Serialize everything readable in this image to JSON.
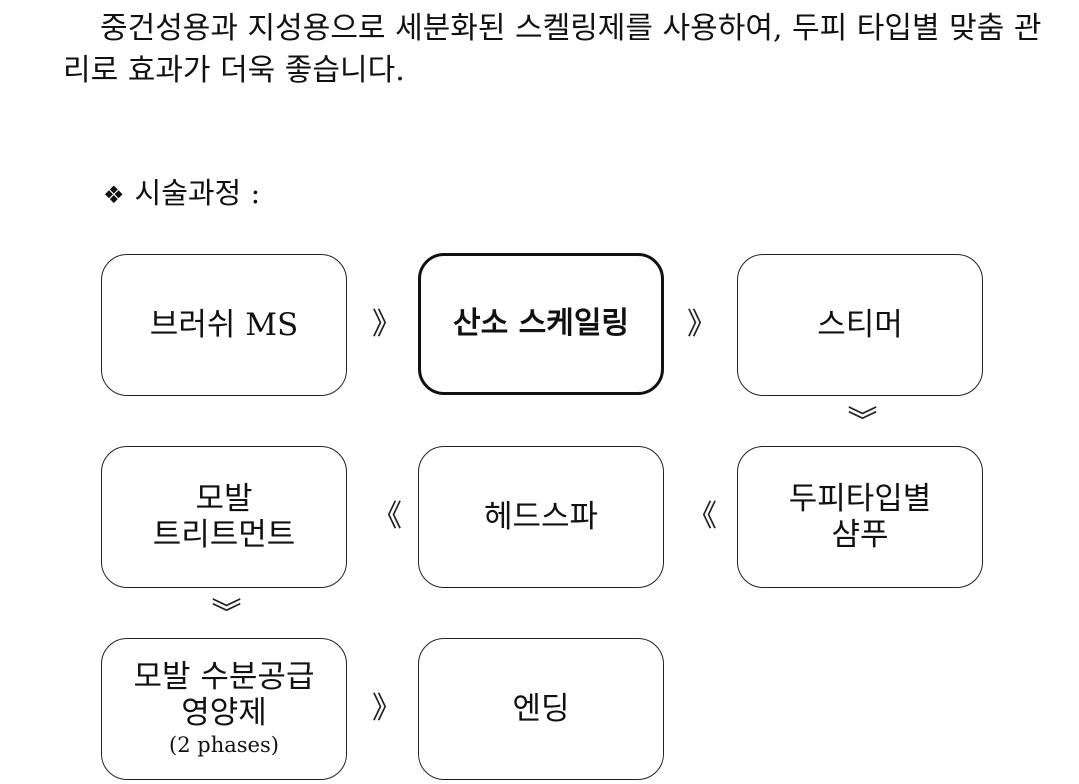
{
  "intro": {
    "text": "중건성용과 지성용으로 세분화된 스켈링제를 사용하여, 두피 타입별 맞춤 관리로 효과가 더욱 좋습니다."
  },
  "section": {
    "bullet": "❖",
    "title": "시술과정 :"
  },
  "steps": [
    {
      "lines": [
        "브러쉬 MS"
      ]
    },
    {
      "lines": [
        "산소 스케일링"
      ],
      "highlight": true
    },
    {
      "lines": [
        "스티머"
      ]
    },
    {
      "lines": [
        "두피타입별",
        "샴푸"
      ]
    },
    {
      "lines": [
        "헤드스파"
      ]
    },
    {
      "lines": [
        "모발",
        "트리트먼트"
      ]
    },
    {
      "lines": [
        "모발 수분공급",
        "영양제"
      ],
      "sub": "(2 phases)"
    },
    {
      "lines": [
        "엔딩"
      ]
    }
  ],
  "arrows": {
    "right": "》",
    "left": "《"
  }
}
